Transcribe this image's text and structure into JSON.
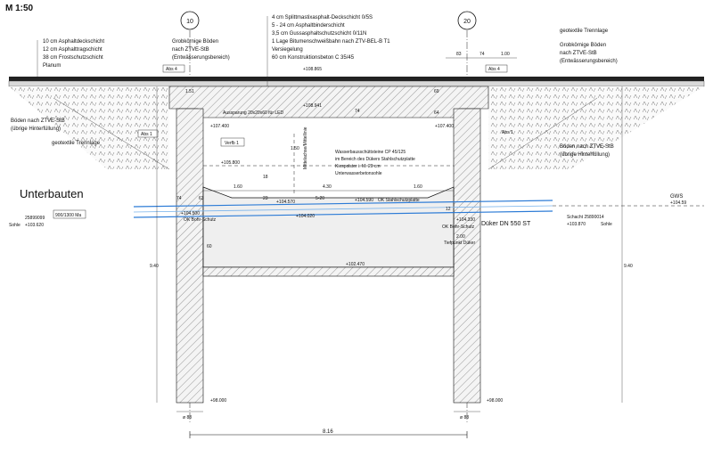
{
  "scale": "M 1:50",
  "axes": {
    "left": "10",
    "right": "20"
  },
  "layers_top": [
    "4 cm Splittmastixasphalt-Deckschicht 0/5S",
    "5 - 24 cm Asphaltbinderschicht",
    "3,5 cm Gussasphaltschutzschicht 0/11N",
    "1 Lage Bitumenschweißbahn nach ZTV-BEL-B T1",
    "Versiegelung",
    "60 cm Konstruktionsbeton C 35/45"
  ],
  "layers_left": [
    "10 cm Asphaltdeckschicht",
    "12 cm Asphalttragschicht",
    "38 cm Frostschutzschicht",
    "Planum"
  ],
  "left_labels": {
    "grob1": "Grobkörnige Böden",
    "grob2": "nach ZTVE-StB",
    "grob3": "(Entwässerungsbereich)",
    "abs4": "Abs 4",
    "boden1": "Böden nach ZTVE-StB",
    "boden2": "(übrige Hinterfüllung)",
    "abs1": "Abs 1",
    "trenn": "geotextile Trennlage",
    "unterbauten": "Unterbauten",
    "schacht_id": "25899099",
    "sohle": "Sohle",
    "sohle_level": "+103.620",
    "profile": "900/1300 Ma"
  },
  "right_labels": {
    "trenn": "geotextile Trennlage",
    "grob1": "Grobkörnige Böden",
    "grob2": "nach ZTVE-StB",
    "grob3": "(Entwässerungsbereich)",
    "abs4": "Abs 4",
    "abs1": "Abs 1",
    "boden1": "Böden nach ZTVE-StB",
    "boden2": "(übrige Hinterfüllung)",
    "gws": "GWS",
    "gws_level": "+104.59",
    "schacht": "Schacht 25890014",
    "schacht_level": "+103.870",
    "sohle": "Sohle"
  },
  "dims_top_right": [
    "83",
    "74",
    "1.00"
  ],
  "inner": {
    "aussparung": "Aussparung 20x20x60 für LED",
    "verfb": "Verfb 1",
    "mittel": "Mittelachse/Mittellinie",
    "notes": [
      "Wasserbausschüttsteine CP 45/125",
      "im Bereich des Dükers Stahlschutzplatte",
      "Kiespolster i. M. 20 cm",
      "Unterwasserbetonsohle"
    ],
    "stahl": "OK Stahlschutzplatte",
    "dueker": "Düker DN 550 ST",
    "tiefpunkt": "Tiefpunkt Düker",
    "d200": "2.00"
  },
  "levels": {
    "top": "+108.865",
    "deck_under": "+108.941",
    "left_ledge": "+107.400",
    "right_ledge": "+107.400",
    "water": "+105.800",
    "bottom_l": "+104.570",
    "bottom_r": "+104.590",
    "pipe_l": "+104.500",
    "pipe_r": "+104.330",
    "pipe_mid": "+104.020",
    "sole": "+102.470",
    "foot_l": "+98.000",
    "foot_r": "+98.000"
  },
  "dims": {
    "d151": "1.51",
    "d69": "69",
    "d74": "74",
    "d64": "64",
    "d150": "1.50",
    "d160l": "1.60",
    "d430": "4.30",
    "d160r": "1.60",
    "d74b": "74",
    "d63": "63",
    "d23": "23",
    "d18": "18",
    "d50": "5-20",
    "d60": "60",
    "d12": "12",
    "h940l": "9.40",
    "h940r": "9.40",
    "d88l": "ø 88",
    "d88r": "ø 88",
    "total": "8.16"
  },
  "pile_notes": {
    "l": "OK Bohr-Schutz",
    "r": "OK Bohr-Schutz"
  }
}
